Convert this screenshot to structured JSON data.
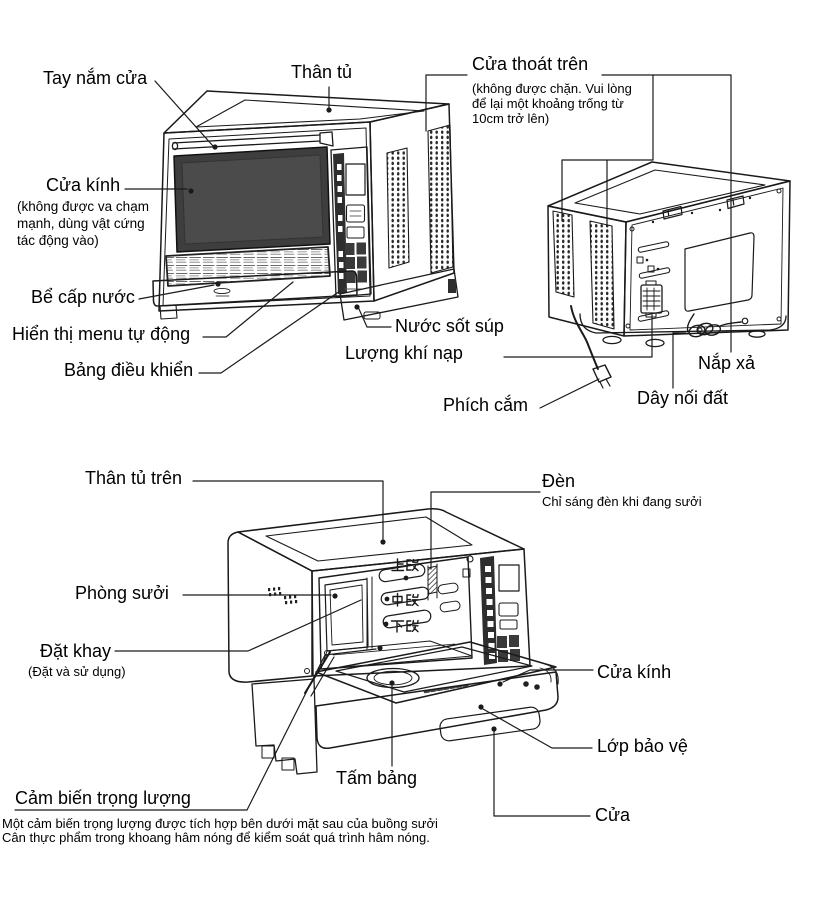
{
  "colors": {
    "line": "#1a1a1a",
    "glass": "#3e3e3e",
    "panel_dark": "#2e2e2e"
  },
  "top_diagram": {
    "front_view": {
      "door_handle_label": "Tay nắm cửa",
      "cabinet_body_label": "Thân tủ",
      "glass_door_label": "Cửa kính",
      "glass_door_note": "(không được va chạm\nmạnh, dùng vật cứng\ntác động vào)",
      "water_tank_label": "Bể cấp nước",
      "auto_menu_display_label": "Hiển thị menu tự động",
      "control_panel_label": "Bảng điều khiển"
    },
    "rear_view": {
      "top_vent_label": "Cửa thoát trên",
      "top_vent_note": "(không được chặn. Vui lòng\nđể lại một khoảng trống từ\n10cm trở lên)",
      "soup_sauce_label": "Nước sốt súp",
      "air_intake_label": "Lượng khí nạp",
      "power_plug_label": "Phích cắm",
      "drain_cap_label": "Nắp xả",
      "ground_wire_label": "Dây nối đất"
    }
  },
  "bottom_diagram": {
    "upper_cabinet_label": "Thân tủ trên",
    "lamp_label": "Đèn",
    "lamp_note": "Chỉ sáng đèn khi đang sưởi",
    "heating_chamber_label": "Phòng sưởi",
    "tray_position_label": "Đặt khay",
    "tray_position_note": "(Đặt và sử dụng)",
    "shelves": {
      "upper": "上段",
      "middle": "中段",
      "lower": "下段"
    },
    "glass_door_label": "Cửa kính",
    "protective_layer_label": "Lớp bảo vệ",
    "door_label": "Cửa",
    "tray_plate_label": "Tấm bảng",
    "weight_sensor_label": "Cảm biến trọng lượng",
    "weight_sensor_note": "Một cảm biến trọng lượng được tích hợp bên dưới mặt sau của buồng sưởi\nCân thực phẩm trong khoang hâm nóng để kiểm soát quá trình hâm nóng."
  }
}
